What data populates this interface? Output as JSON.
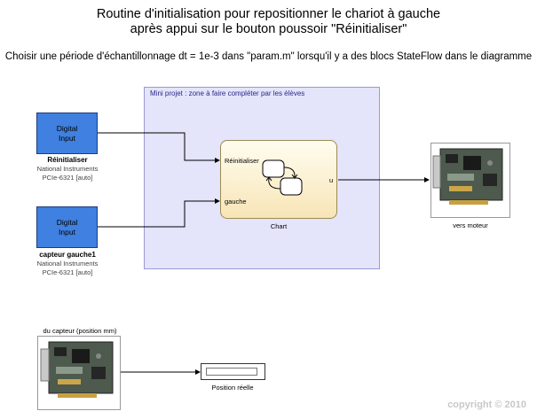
{
  "title": {
    "line1": "Routine d'initialisation pour repositionner le chariot à gauche",
    "line2": "après appui sur le bouton poussoir \"Réinitialiser\""
  },
  "subtitle": "Choisir une période d'échantillonnage dt = 1e-3 dans \"param.m\" lorsqu'il y a des blocs StateFlow dans le diagramme",
  "subsystem": {
    "label": "Mini projet : zone à faire compléter par les élèves"
  },
  "digital_input_1": {
    "line1": "Digital",
    "line2": "Input",
    "name": "Réinitialiser",
    "vendor": "National Instruments",
    "model": "PCIe-6321 [auto]"
  },
  "digital_input_2": {
    "line1": "Digital",
    "line2": "Input",
    "name": "capteur gauche1",
    "vendor": "National Instruments",
    "model": "PCIe-6321 [auto]"
  },
  "chart": {
    "name": "Chart",
    "in_port_1": "Réinitialiser",
    "in_port_2": "gauche",
    "out_port": "u"
  },
  "output_card": {
    "label": "vers moteur",
    "icon": "daq-card-icon"
  },
  "input_card": {
    "label": "du capteur (position mm)",
    "icon": "daq-card-icon"
  },
  "display": {
    "label": "Position réelle"
  },
  "copyright": "copyright © 2010",
  "colors": {
    "digital_input": "#3f80e0",
    "subsystem_bg": "#e4e4fb",
    "chart_bg": "#f8e5b6"
  }
}
